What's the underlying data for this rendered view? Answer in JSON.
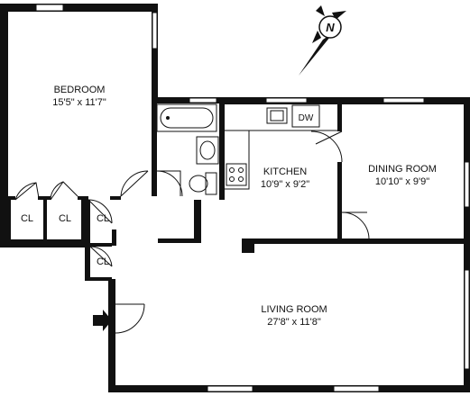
{
  "plan": {
    "rooms": {
      "bedroom": {
        "name": "BEDROOM",
        "dims": "15'5\" x 11'7\""
      },
      "kitchen": {
        "name": "KITCHEN",
        "dims": "10'9\" x 9'2\""
      },
      "dining": {
        "name": "DINING ROOM",
        "dims": "10'10\" x 9'9\""
      },
      "living": {
        "name": "LIVING ROOM",
        "dims": "27'8\" x 11'8\""
      }
    },
    "closets": [
      "CL",
      "CL",
      "CL",
      "CL"
    ],
    "appliances": {
      "dishwasher": "DW"
    },
    "compass": {
      "letter": "N"
    }
  }
}
